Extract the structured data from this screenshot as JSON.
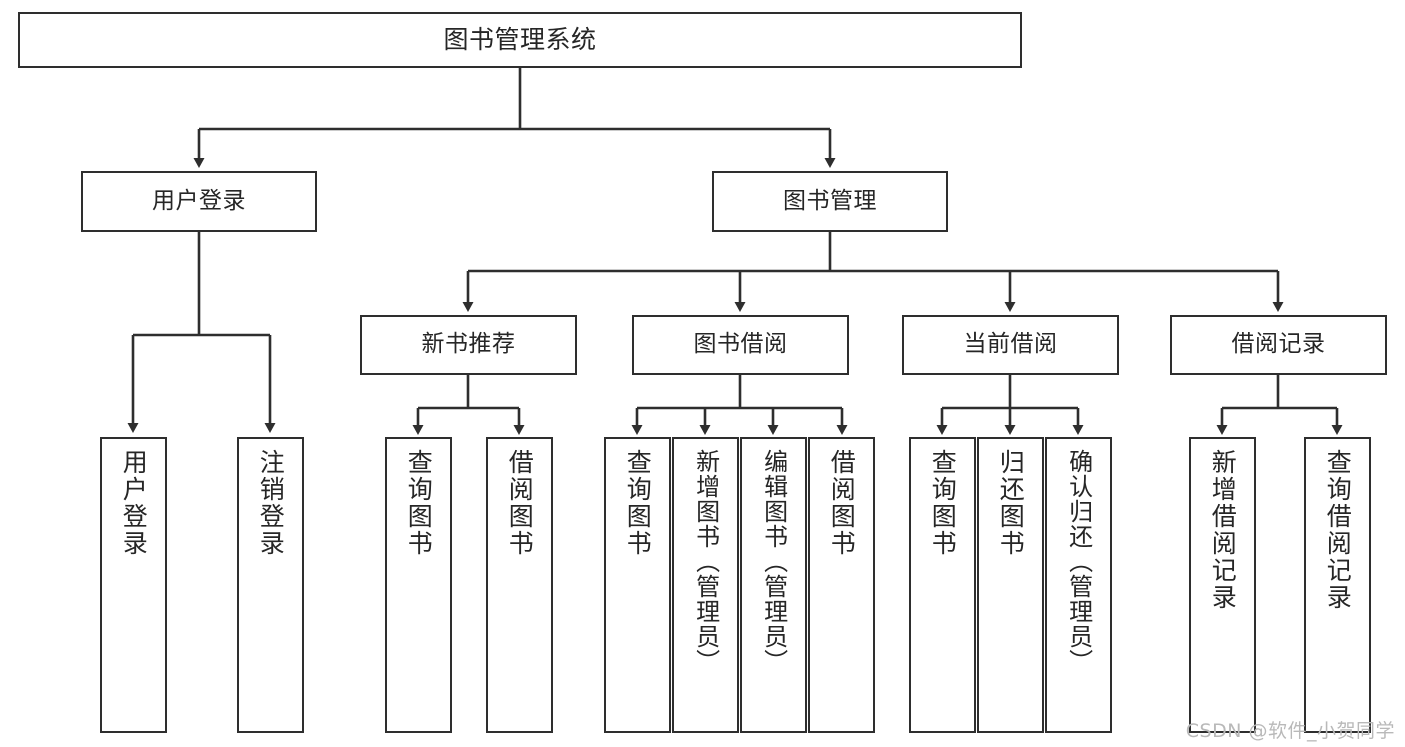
{
  "diagram": {
    "type": "tree-hierarchy",
    "title": "图书管理系统",
    "root": {
      "id": "root",
      "label": "图书管理系统"
    },
    "level2": [
      {
        "id": "user-login",
        "label": "用户登录"
      },
      {
        "id": "book-manage",
        "label": "图书管理"
      }
    ],
    "level3": [
      {
        "id": "new-book-recommend",
        "label": "新书推荐",
        "parent": "book-manage"
      },
      {
        "id": "book-borrow",
        "label": "图书借阅",
        "parent": "book-manage"
      },
      {
        "id": "current-borrow",
        "label": "当前借阅",
        "parent": "book-manage"
      },
      {
        "id": "borrow-record",
        "label": "借阅记录",
        "parent": "book-manage"
      }
    ],
    "leaves": [
      {
        "id": "leaf-user-login",
        "label": "用户登录",
        "parent": "user-login"
      },
      {
        "id": "leaf-user-logout",
        "label": "注销登录",
        "parent": "user-login"
      },
      {
        "id": "leaf-query-book-rec",
        "label": "查询图书",
        "parent": "new-book-recommend"
      },
      {
        "id": "leaf-borrow-book-rec",
        "label": "借阅图书",
        "parent": "new-book-recommend"
      },
      {
        "id": "leaf-query-book-borrow",
        "label": "查询图书",
        "parent": "book-borrow"
      },
      {
        "id": "leaf-add-book",
        "label": "新增图书（管理员）",
        "parent": "book-borrow"
      },
      {
        "id": "leaf-edit-book",
        "label": "编辑图书（管理员）",
        "parent": "book-borrow"
      },
      {
        "id": "leaf-borrow-book",
        "label": "借阅图书",
        "parent": "book-borrow"
      },
      {
        "id": "leaf-query-book-current",
        "label": "查询图书",
        "parent": "current-borrow"
      },
      {
        "id": "leaf-return-book",
        "label": "归还图书",
        "parent": "current-borrow"
      },
      {
        "id": "leaf-confirm-return",
        "label": "确认归还（管理员）",
        "parent": "current-borrow"
      },
      {
        "id": "leaf-add-record",
        "label": "新增借阅记录",
        "parent": "borrow-record"
      },
      {
        "id": "leaf-query-record",
        "label": "查询借阅记录",
        "parent": "borrow-record"
      }
    ]
  },
  "watermark": {
    "text": "CSDN @软件_小贺同学"
  },
  "colors": {
    "stroke": "#2e2e2e",
    "text": "#262626",
    "background": "#ffffff",
    "watermark": "#b9b9b9"
  }
}
